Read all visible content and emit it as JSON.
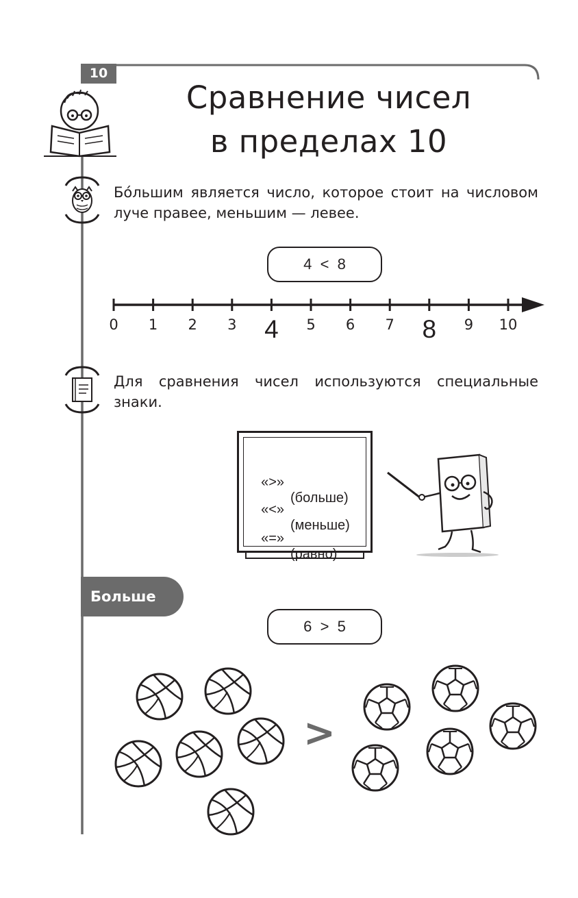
{
  "page_number": "10",
  "title": {
    "line1": "Сравнение чисел",
    "line2": "в пределах 10"
  },
  "rule_text": "Бо́льшим является число, которое стоит на числовом луче правее, меньшим — левее.",
  "comparison_1": "4  <  8",
  "number_line": {
    "ticks": [
      "0",
      "1",
      "2",
      "3",
      "4",
      "5",
      "6",
      "7",
      "8",
      "9",
      "10"
    ],
    "highlighted": [
      "4",
      "8"
    ]
  },
  "signs_text": "Для сравнения чисел используются специальные знаки.",
  "signs": [
    {
      "symbol": "«>»",
      "meaning": "(больше)"
    },
    {
      "symbol": "«<»",
      "meaning": "(меньше)"
    },
    {
      "symbol": "«=»",
      "meaning": "(равно)"
    }
  ],
  "section_label": "Больше",
  "comparison_2": "6  >  5",
  "balls_comparison_sign": ">",
  "basketball_count": 6,
  "soccer_ball_count": 5,
  "icons": [
    "reading-kid-icon",
    "owl-icon",
    "book-icon",
    "teacher-book-icon",
    "basketball-icon",
    "soccer-ball-icon"
  ]
}
